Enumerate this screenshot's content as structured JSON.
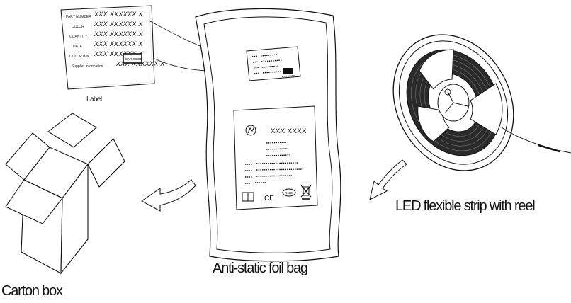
{
  "captions": {
    "label": "Label",
    "led_strip": "LED flexible strip with reel",
    "foil_bag": "Anti-static foil bag",
    "carton_box": "Carton box"
  },
  "label_card": {
    "fields": [
      "PART NUMBER",
      "COLOR",
      "QUANTITY",
      "DATE",
      "COLOR BIN",
      "Supplier information"
    ],
    "placeholder": "XXX XXXXXX X",
    "barcode_text": "BAR CODE"
  },
  "bag_sheet": {
    "title_placeholder": "XXX XXXX",
    "rohs_text": "RoHS",
    "ce_text": "CE"
  },
  "colors": {
    "line": "#111111",
    "background": "#ffffff"
  }
}
